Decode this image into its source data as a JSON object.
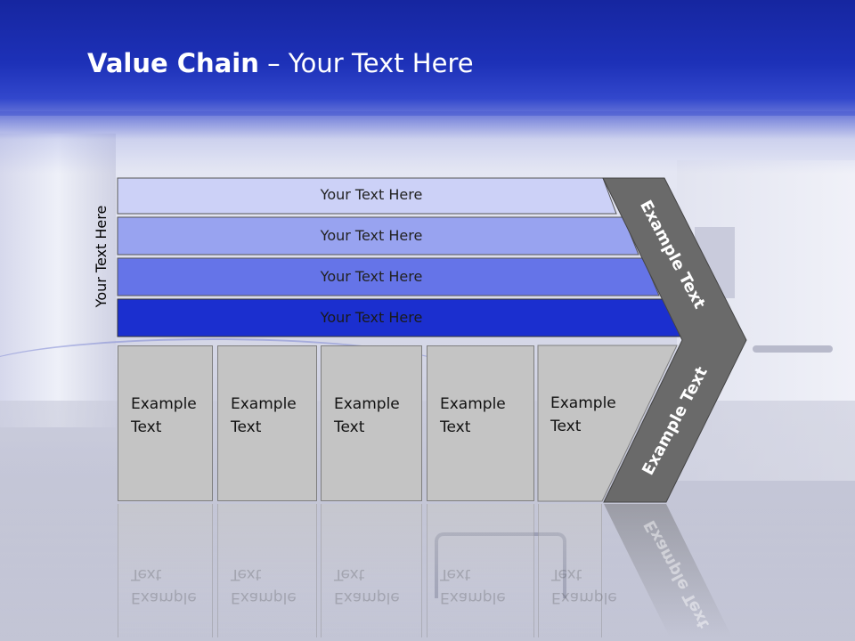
{
  "title": {
    "bold": "Value Chain",
    "rest": " – Your Text Here"
  },
  "side_label": "Your Text Here",
  "bands": [
    {
      "label": "Your Text Here",
      "color": "#ccd1f7"
    },
    {
      "label": "Your Text Here",
      "color": "#98a3f0"
    },
    {
      "label": "Your Text Here",
      "color": "#6574e8"
    },
    {
      "label": "Your Text Here",
      "color": "#1b2fcf"
    }
  ],
  "columns": [
    {
      "label": "Example\nText"
    },
    {
      "label": "Example\nText"
    },
    {
      "label": "Example\nText"
    },
    {
      "label": "Example\nText"
    },
    {
      "label": "Example\nText"
    }
  ],
  "chevron": {
    "top_label": "Example Text",
    "bottom_label": "Example Text",
    "color": "#6a6a6a"
  }
}
